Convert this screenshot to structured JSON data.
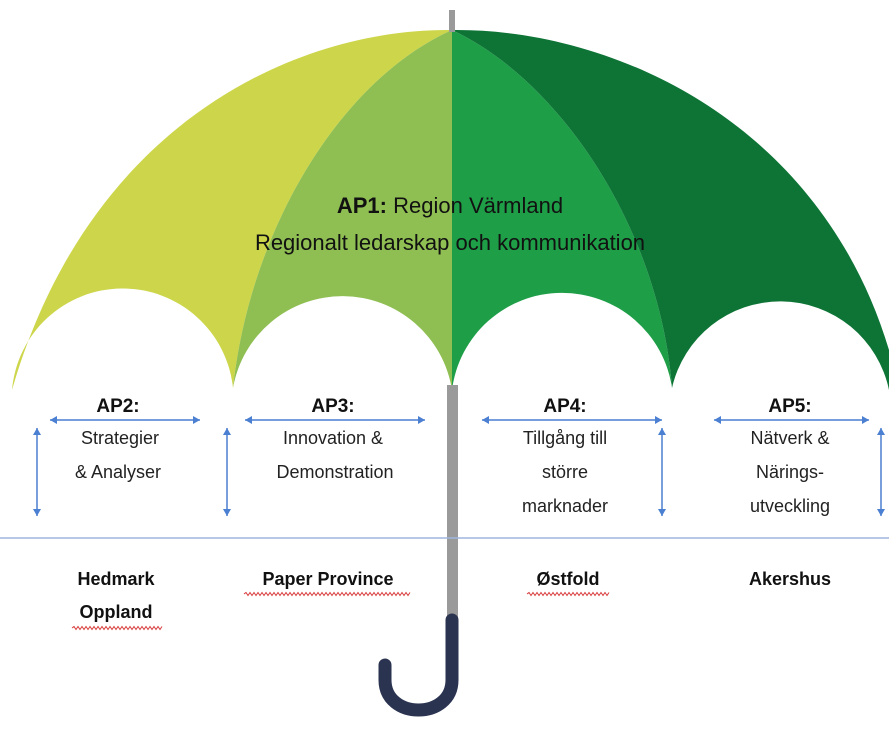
{
  "title": {
    "prefix": "AP1:",
    "line1_rest": " Region Värmland",
    "line2": "Regionalt ledarskap och kommunikation"
  },
  "packages": [
    {
      "code": "AP2:",
      "lines": [
        "Strategier",
        "& Analyser"
      ]
    },
    {
      "code": "AP3:",
      "lines": [
        "Innovation &",
        "Demonstration"
      ]
    },
    {
      "code": "AP4:",
      "lines": [
        "Tillgång till",
        "större",
        "marknader"
      ]
    },
    {
      "code": "AP5:",
      "lines": [
        "Nätverk &",
        "Närings-",
        "utveckling"
      ]
    }
  ],
  "partners": [
    {
      "lines": [
        "Hedmark",
        "Oppland"
      ]
    },
    {
      "lines": [
        "Paper Province"
      ]
    },
    {
      "lines": [
        "Østfold"
      ]
    },
    {
      "lines": [
        "Akershus"
      ]
    }
  ],
  "colors": {
    "canopy_1": "#cdd64b",
    "canopy_2": "#8fbe52",
    "canopy_3": "#1f9e48",
    "canopy_4": "#0d7436",
    "shaft": "#9a9a9a",
    "handle": "#2a3350",
    "arrow": "#4a7fd1",
    "divider": "#9db6de"
  }
}
